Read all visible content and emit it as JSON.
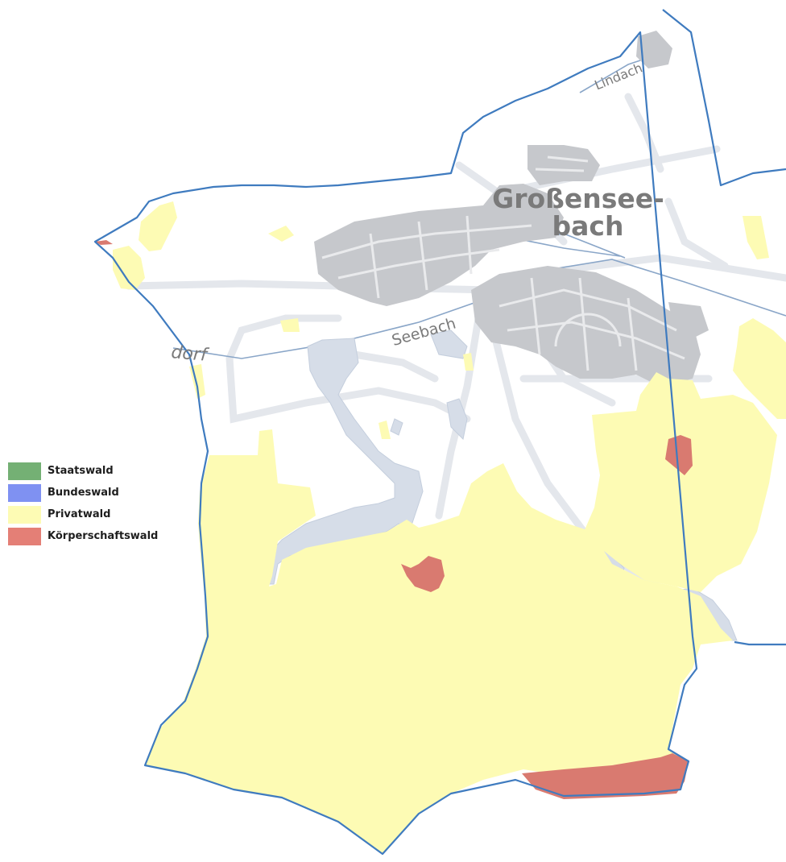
{
  "colors": {
    "staatswald": "#74b074",
    "bundeswald": "#7f91f2",
    "privatwald": "#fdfbb4",
    "koerperschaftswald": "#d97a70",
    "municipality_border": "#3f7bbf",
    "settlement": "#c6c8cc",
    "federal_parcels": "#d6dde8",
    "roads": "#e4e7ec",
    "water": "#8aa6c8"
  },
  "map": {
    "town_label_line1": "Großensee-",
    "town_label_line2": "bach",
    "river_label_seebach": "Seebach",
    "river_label_lindach": "Lindach",
    "village_label_partial": "dorf"
  },
  "legend": {
    "items": [
      {
        "label": "Staatswald",
        "color": "#74b074"
      },
      {
        "label": "Bundeswald",
        "color": "#7f91f2"
      },
      {
        "label": "Privatwald",
        "color": "#fdfbb4"
      },
      {
        "label": "Körperschaftswald",
        "color": "#e47f76"
      }
    ]
  }
}
